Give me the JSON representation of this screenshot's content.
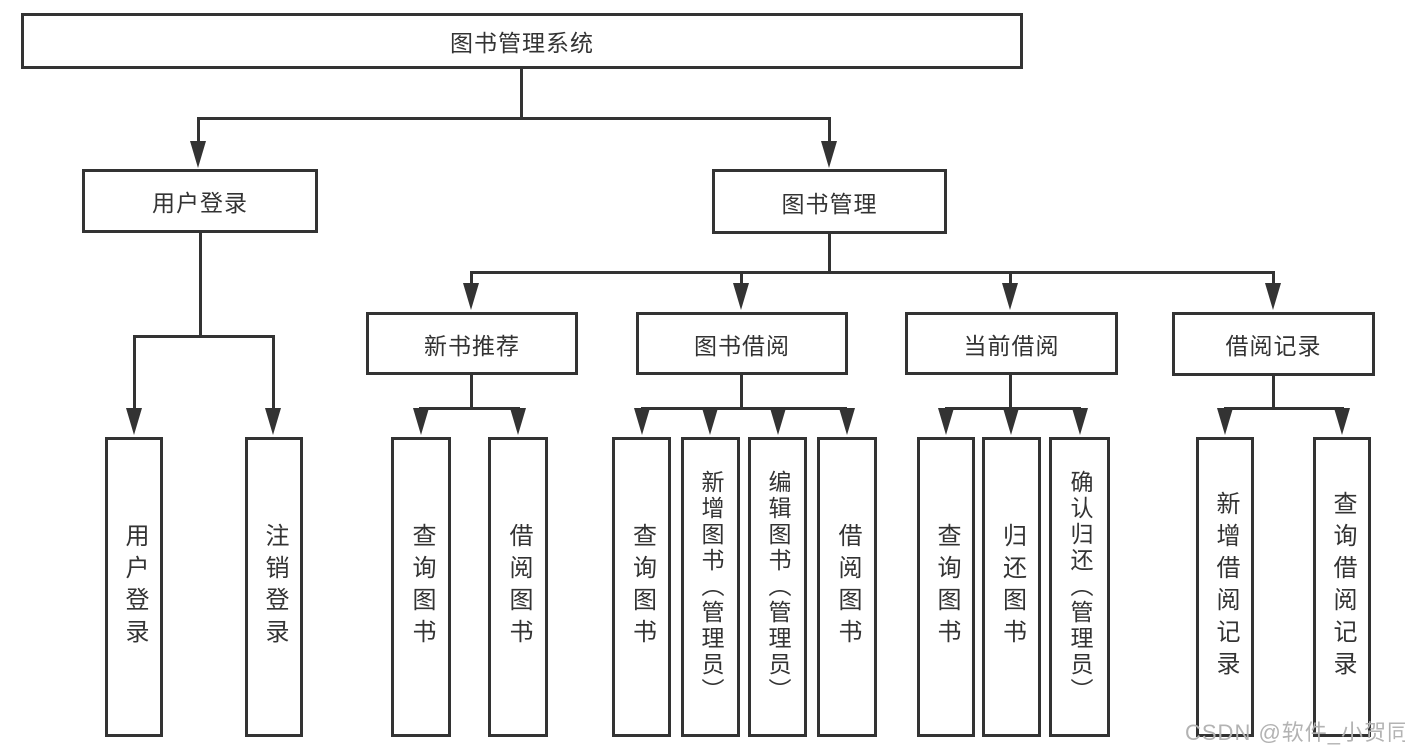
{
  "colors": {
    "line": "#333333",
    "text": "#333333",
    "watermark_gray": "#b3b3b3"
  },
  "diagram": {
    "root": "图书管理系统",
    "level1": [
      "用户登录",
      "图书管理"
    ],
    "level2": [
      "新书推荐",
      "图书借阅",
      "当前借阅",
      "借阅记录"
    ],
    "leaves": {
      "login": [
        "用户登录",
        "注销登录"
      ],
      "newbook": [
        "查询图书",
        "借阅图书"
      ],
      "borrow": [
        "查询图书",
        "新增图书（管理员）",
        "编辑图书（管理员）",
        "借阅图书"
      ],
      "current": [
        "查询图书",
        "归还图书",
        "确认归还（管理员）"
      ],
      "records": [
        "新增借阅记录",
        "查询借阅记录"
      ]
    }
  },
  "watermark": "CSDN @软件_小贺同学"
}
